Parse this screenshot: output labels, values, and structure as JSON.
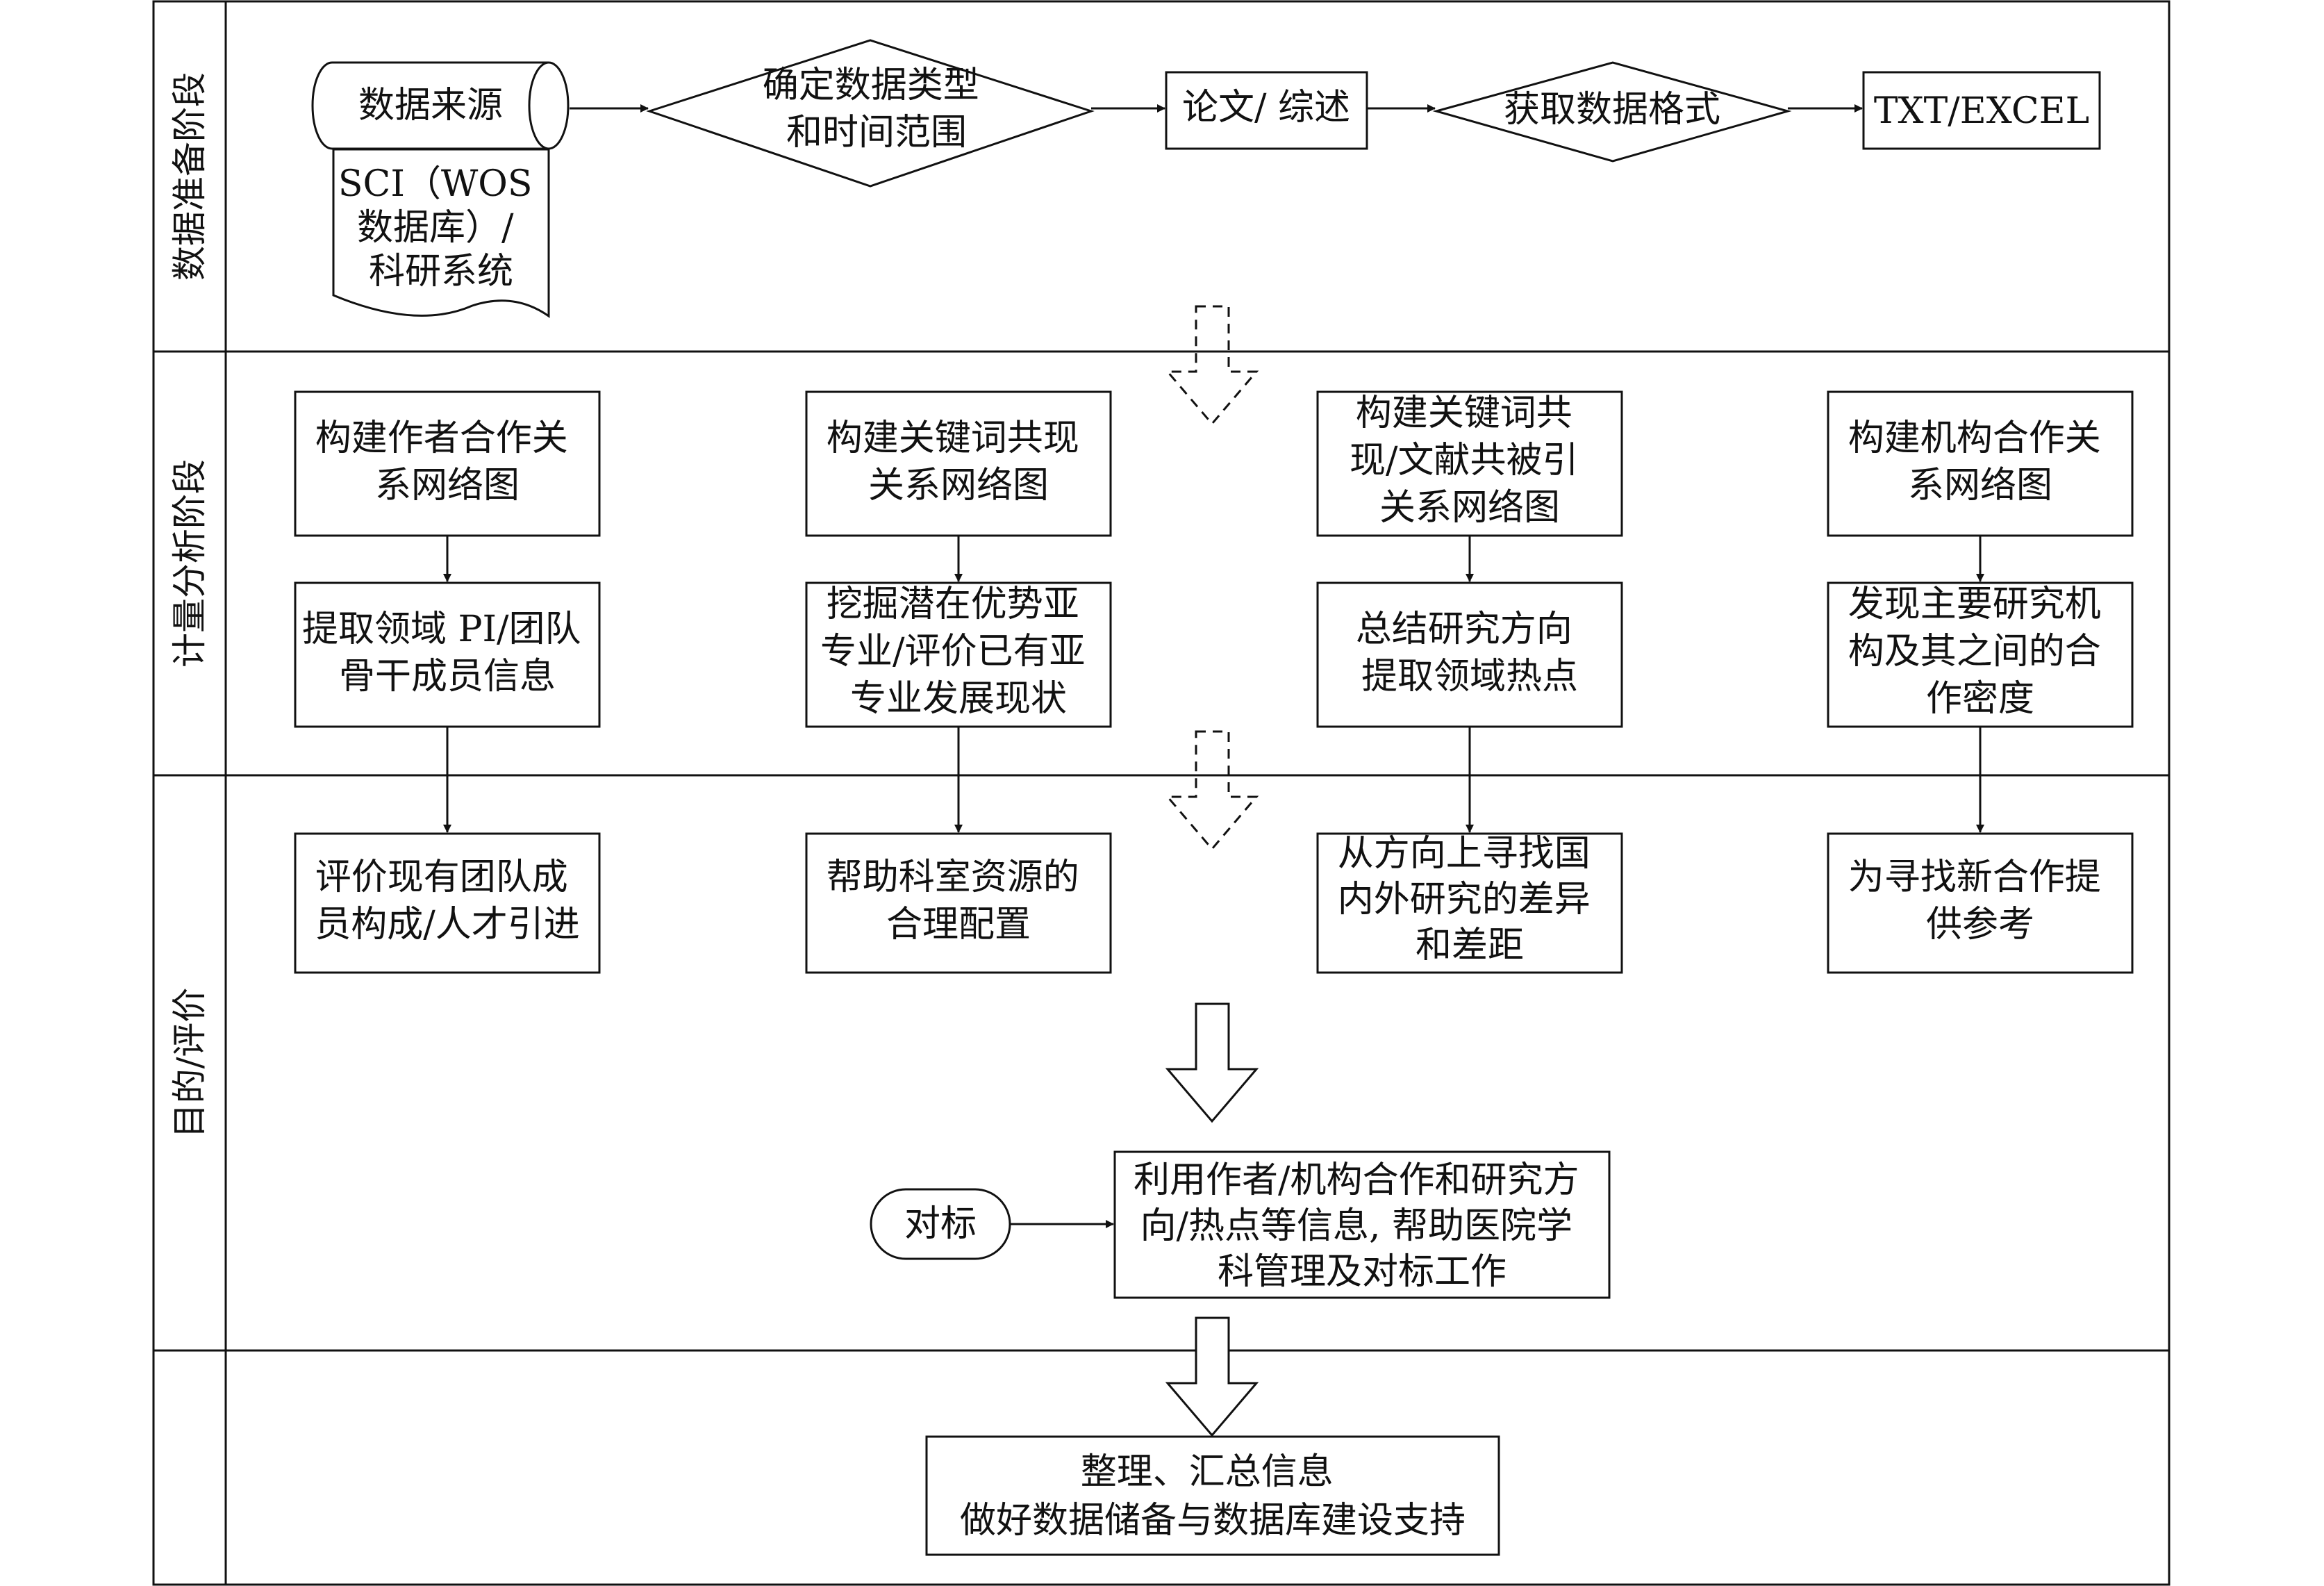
{
  "lanes": [
    {
      "label": "数据准备阶段"
    },
    {
      "label": "计量分析阶段"
    },
    {
      "label": "目的/评价"
    },
    {
      "label": ""
    }
  ],
  "prep": {
    "source_title": "数据来源",
    "source_detail": [
      "SCI（WOS",
      "数据库）/",
      "科研系统"
    ],
    "decision_type": [
      "确定数据类型",
      "和时间范围"
    ],
    "paper_review": "论文/ 综述",
    "decision_format": "获取数据格式",
    "output_format": "TXT/EXCEL"
  },
  "analysis": {
    "build_boxes": [
      [
        "构建作者合作关",
        "系网络图"
      ],
      [
        "构建关键词共现",
        "关系网络图"
      ],
      [
        "构建关键词共",
        "现/文献共被引",
        "关系网络图"
      ],
      [
        "构建机构合作关",
        "系网络图"
      ]
    ],
    "result_boxes": [
      [
        "提取领域 PI/团队",
        "骨干成员信息"
      ],
      [
        "挖掘潜在优势亚",
        "专业/评价已有亚",
        "专业发展现状"
      ],
      [
        "总结研究方向",
        "提取领域热点"
      ],
      [
        "发现主要研究机",
        "构及其之间的合",
        "作密度"
      ]
    ]
  },
  "purpose": {
    "boxes": [
      [
        "评价现有团队成",
        "员构成/人才引进"
      ],
      [
        "帮助科室资源的",
        "合理配置"
      ],
      [
        "从方向上寻找国",
        "内外研究的差异",
        "和差距"
      ],
      [
        "为寻找新合作提",
        "供参考"
      ]
    ],
    "benchmark": "对标",
    "summary": [
      "利用作者/机构合作和研究方",
      "向/热点等信息, 帮助医院学",
      "科管理及对标工作"
    ]
  },
  "final": {
    "box": [
      "整理、汇总信息",
      "做好数据储备与数据库建设支持"
    ]
  }
}
